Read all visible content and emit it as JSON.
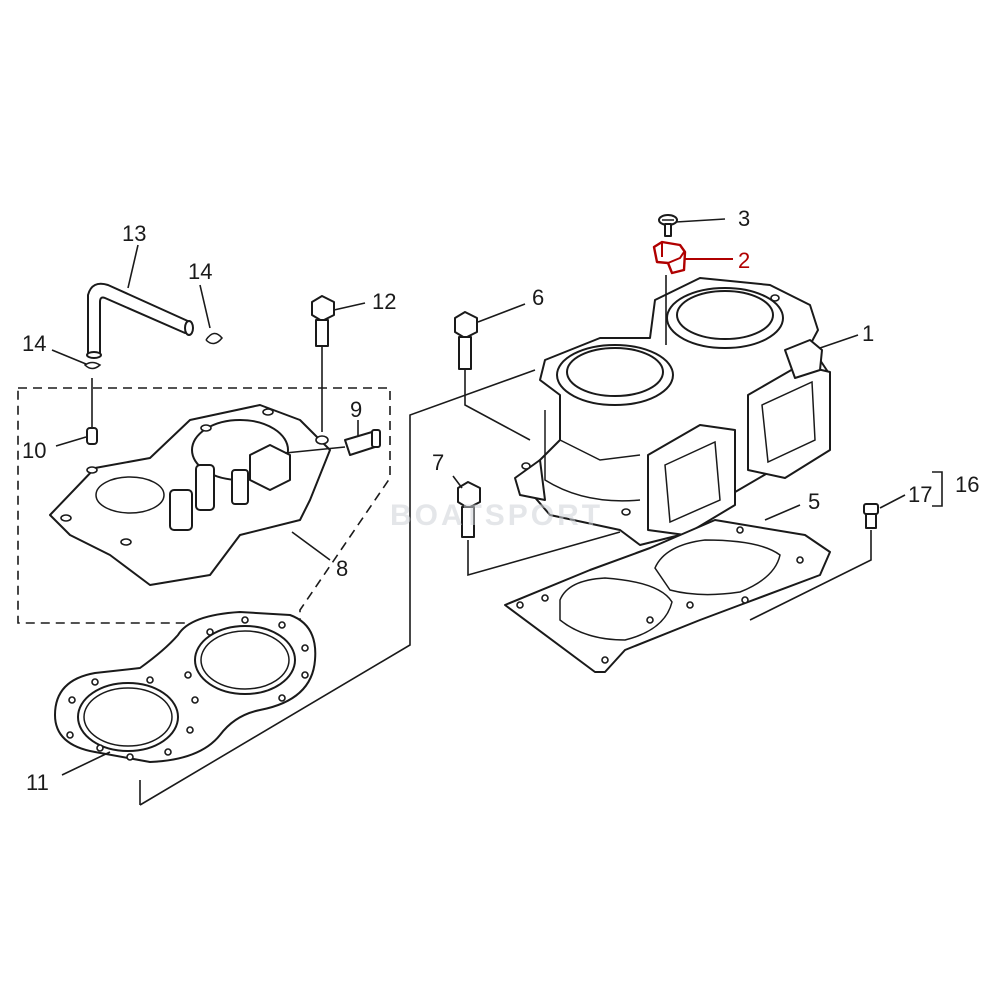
{
  "accent_color": "#b00000",
  "watermark": "BOATSPORT",
  "callouts": {
    "c1": "1",
    "c2": "2",
    "c3": "3",
    "c5": "5",
    "c6": "6",
    "c7": "7",
    "c8": "8",
    "c9": "9",
    "c10": "10",
    "c11": "11",
    "c12": "12",
    "c13": "13",
    "c14a": "14",
    "c14b": "14",
    "c16": "16",
    "c17": "17"
  },
  "highlighted_part": "2"
}
